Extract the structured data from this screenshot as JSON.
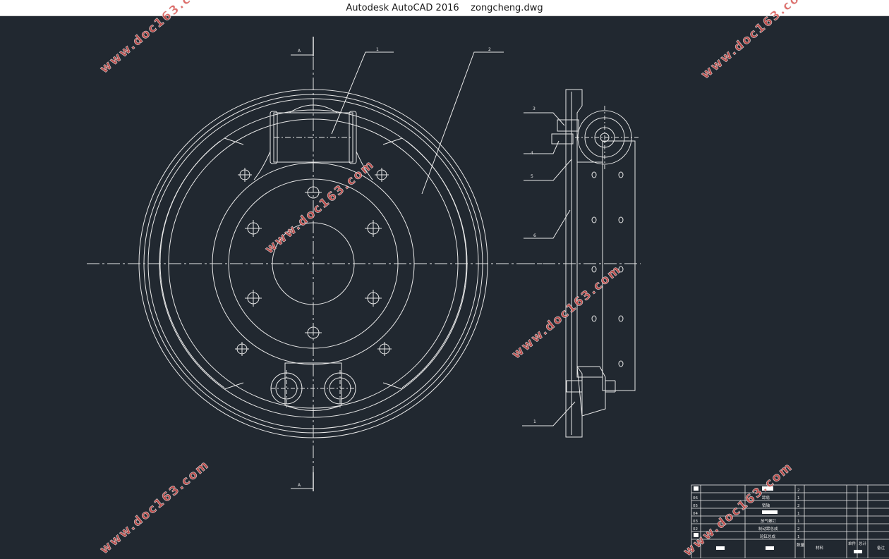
{
  "window": {
    "title": "Autodesk AutoCAD 2016    zongcheng.dwg"
  },
  "drawing": {
    "section_marker": "A",
    "leaders": [
      "1",
      "2",
      "3",
      "4",
      "5",
      "6",
      "1"
    ]
  },
  "bom": {
    "rows": [
      {
        "no": "",
        "name": "",
        "qty": "2"
      },
      {
        "no": "06",
        "name": "蹄肩",
        "qty": "1"
      },
      {
        "no": "05",
        "name": "销轴",
        "qty": "2"
      },
      {
        "no": "04",
        "name": "",
        "qty": "1"
      },
      {
        "no": "03",
        "name": "放气螺钉",
        "qty": "1"
      },
      {
        "no": "02",
        "name": "制动蹄总成",
        "qty": "2"
      },
      {
        "no": "",
        "name": "轮缸总成",
        "qty": "1"
      }
    ],
    "footer": {
      "qty_label": "数量",
      "material_label": "材料",
      "unit_label": "单件",
      "total_label": "总计",
      "note_label": "备注"
    }
  },
  "watermark": "www.doc163.com",
  "colors": {
    "background": "#212830",
    "line": "#e8e8e8",
    "watermark": "#d9534f"
  }
}
